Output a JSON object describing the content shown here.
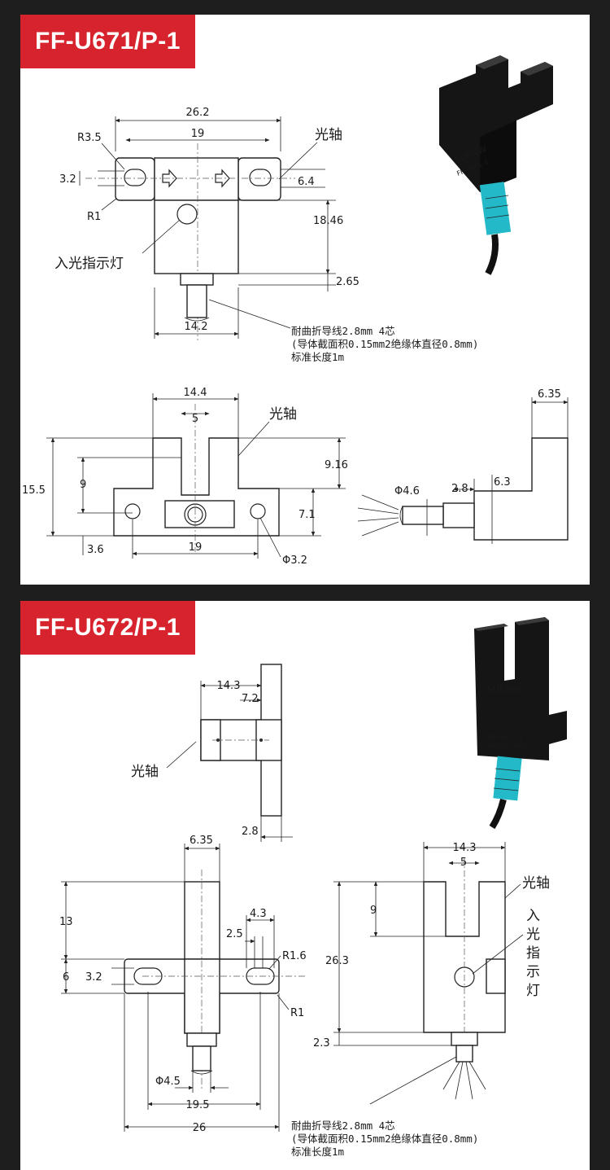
{
  "panel1": {
    "title": "FF-U671/P-1",
    "top_view": {
      "dims": {
        "w_total": "26.2",
        "w_center": "19",
        "r_slot": "R3.5",
        "slot_h": "3.2",
        "r_corner": "R1",
        "h_axis": "6.4",
        "h_body": "18.46",
        "h_lead": "2.65",
        "w_body": "14.2"
      },
      "labels": {
        "axis": "光轴",
        "indicator": "入光指示灯"
      }
    },
    "cable_note": [
      "耐曲折导线2.8mm 4芯",
      "(导体截面积0.15mm2绝缘体直径0.8mm)",
      "标准长度1m"
    ],
    "front_view": {
      "dims": {
        "w_top": "14.4",
        "slot": "5",
        "h_total": "15.5",
        "h_slot": "9",
        "h_upper": "9.16",
        "h_base": "7.1",
        "offset": "3.6",
        "hole_pitch": "19",
        "hole_dia": "Φ3.2"
      },
      "labels": {
        "axis": "光轴"
      }
    },
    "side_view": {
      "dims": {
        "w": "6.35",
        "cable_dia": "Φ4.6",
        "lead": "2.8",
        "h": "6.3"
      }
    },
    "product": {
      "brand": "SUENW",
      "model": "FF-U671-1"
    }
  },
  "panel2": {
    "title": "FF-U672/P-1",
    "top_view": {
      "dims": {
        "w_total": "14.3",
        "half": "7.2",
        "thick": "2.8"
      },
      "labels": {
        "axis": "光轴"
      }
    },
    "side_view": {
      "dims": {
        "w": "6.35",
        "h_upper": "13",
        "h_base": "6",
        "slot_h": "3.2",
        "slot_w": "4.3",
        "slot_off": "2.5",
        "r_slot": "R1.6",
        "r_corner": "R1",
        "cable_dia": "Φ4.5",
        "hole_pitch": "19.5",
        "w_total": "26"
      }
    },
    "front_view": {
      "dims": {
        "w_top": "14.3",
        "slot": "5",
        "h_slot": "9",
        "h_total": "26.3",
        "h_lead": "2.3"
      },
      "labels": {
        "axis": "光轴",
        "indicator": [
          "入",
          "光",
          "指",
          "示",
          "灯"
        ]
      }
    },
    "cable_note": [
      "耐曲折导线2.8mm 4芯",
      "(导体截面积0.15mm2绝缘体直径0.8mm)",
      "标准长度1m"
    ],
    "product": {
      "brand": "SUENW",
      "model": "FF-U672-1",
      "ce": "MADE IN CHINA"
    }
  }
}
